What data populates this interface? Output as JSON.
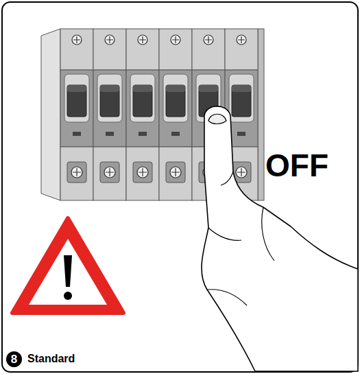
{
  "diagram": {
    "nodes": [
      {
        "text": [
          "8"
        ]
      }
    ],
    "labels": [
      "OFF",
      "Standard"
    ]
  }
}
